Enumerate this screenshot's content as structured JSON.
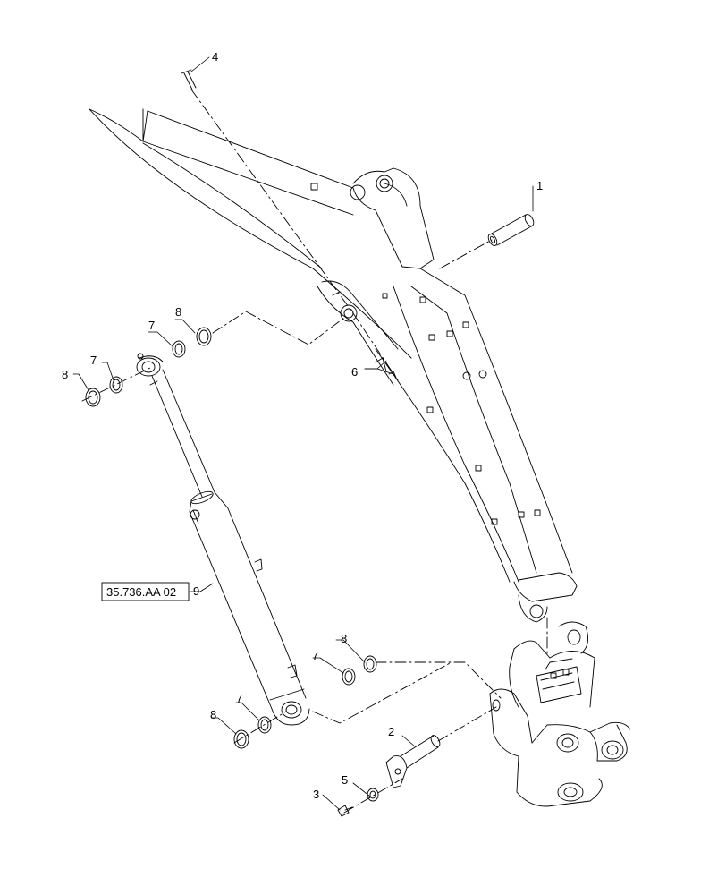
{
  "callouts": {
    "c1": "1",
    "c2": "2",
    "c3": "3",
    "c4": "4",
    "c5": "5",
    "c6": "6",
    "c7a": "7",
    "c7b": "7",
    "c7c": "7",
    "c7d": "7",
    "c8a": "8",
    "c8b": "8",
    "c8c": "8",
    "c8d": "8",
    "c9": "9"
  },
  "reference": {
    "label": "35.736.AA 02"
  }
}
